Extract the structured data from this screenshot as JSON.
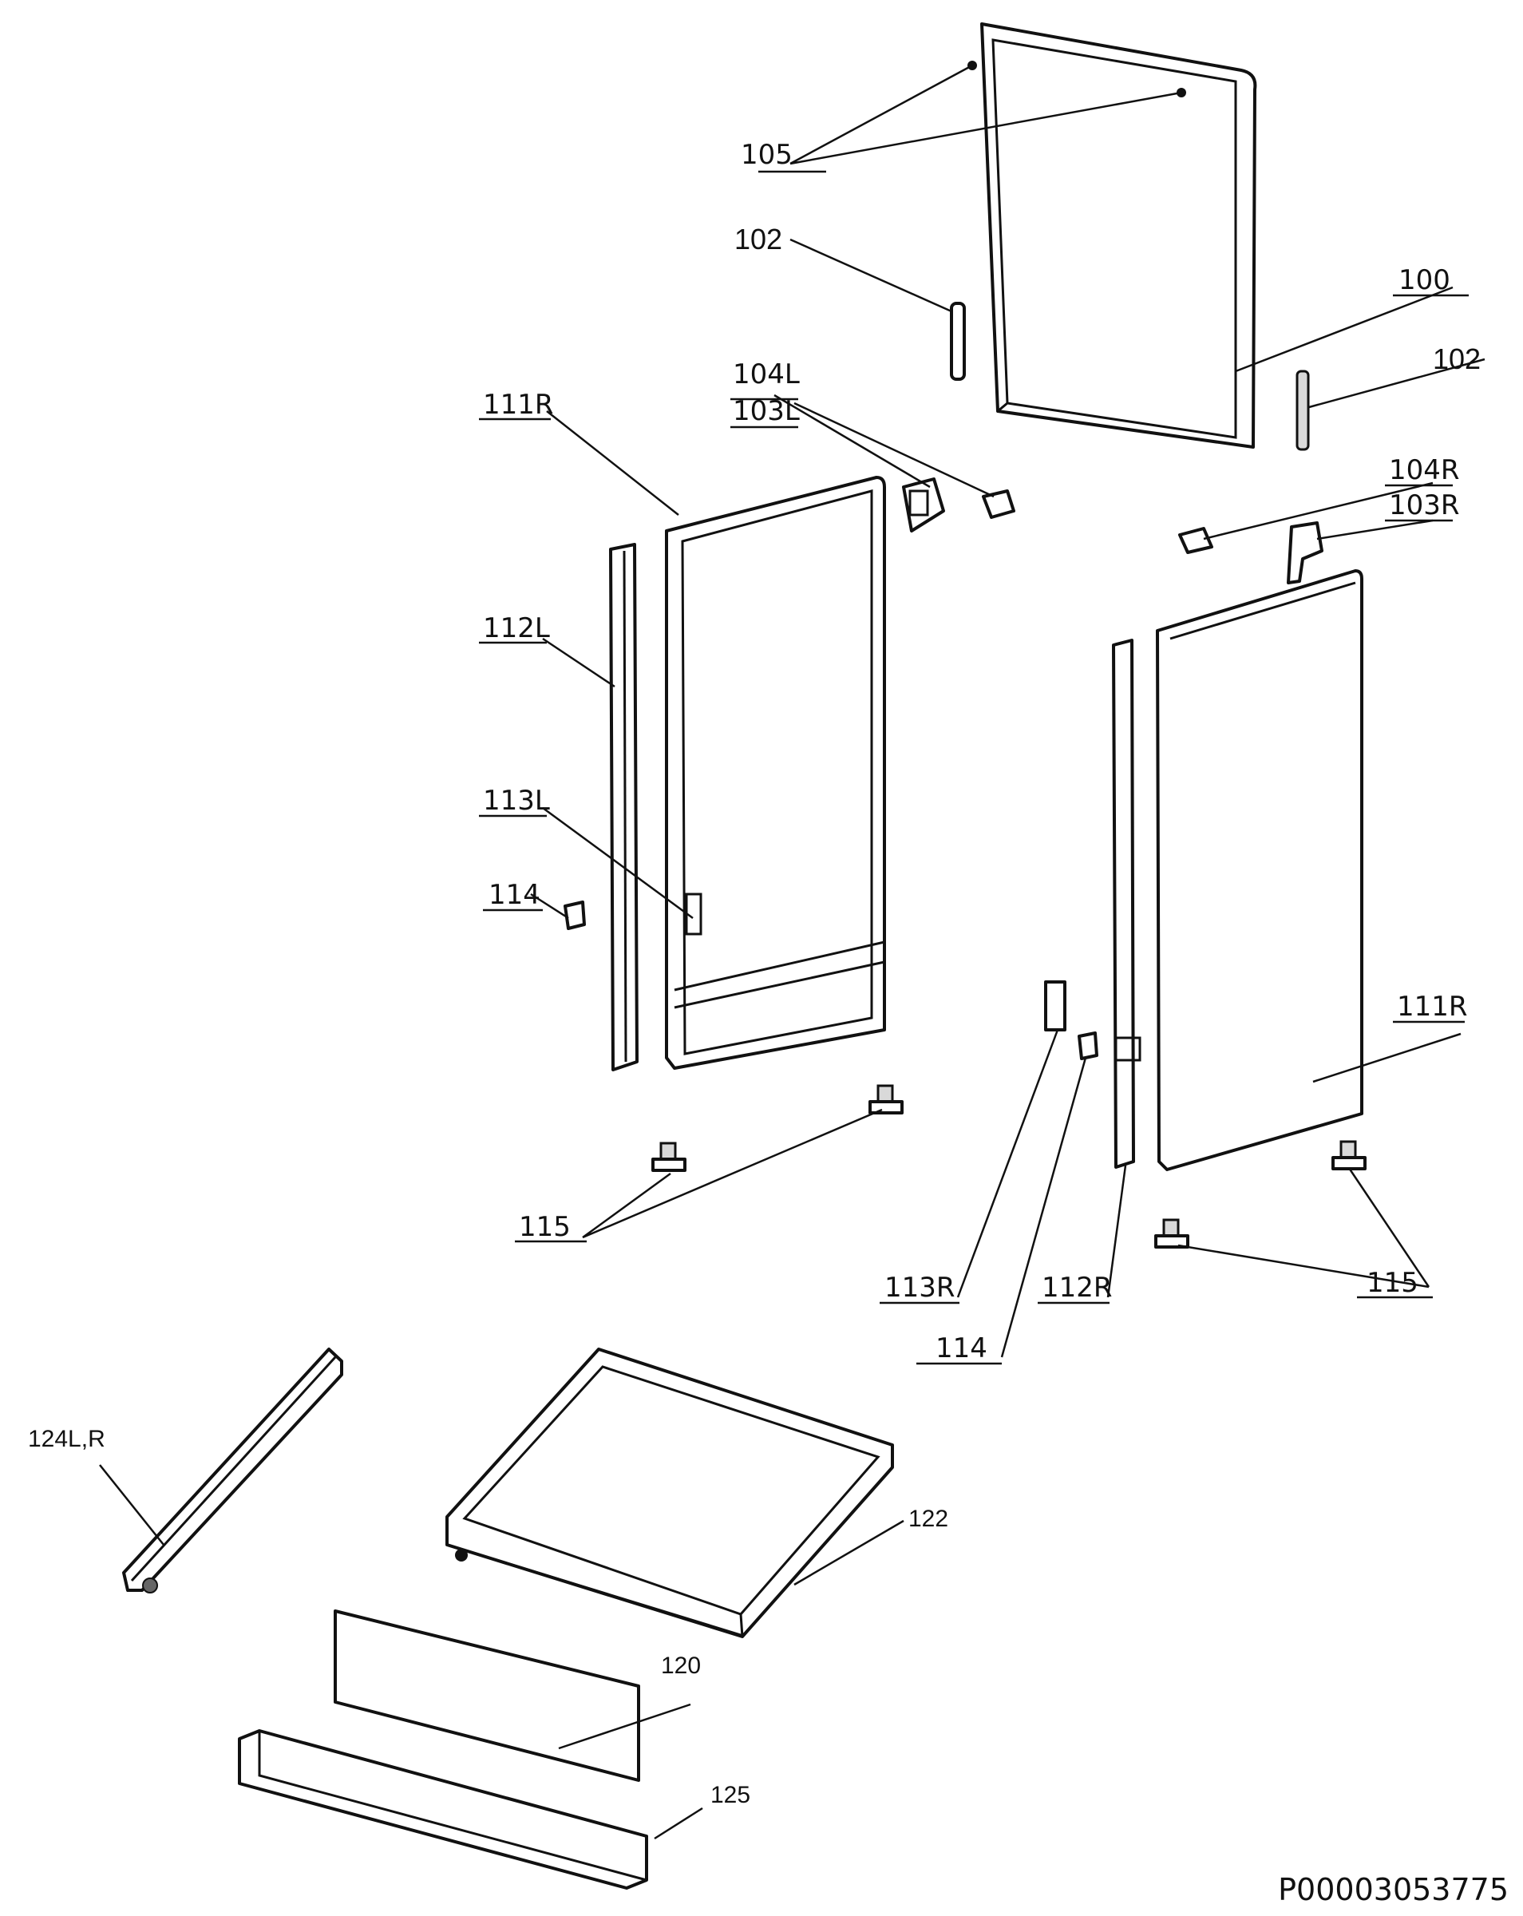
{
  "diagram": {
    "labels": {
      "l100": "100",
      "l102a": "102",
      "l102b": "102",
      "l103L": "103L",
      "l103R": "103R",
      "l104L": "104L",
      "l104R": "104R",
      "l105": "105",
      "l111R_left": "111R",
      "l111R_right": "111R",
      "l112L": "112L",
      "l112R": "112R",
      "l113L": "113L",
      "l113R": "113R",
      "l114_left": "114",
      "l114_right": "114",
      "l115_left": "115",
      "l115_right": "115",
      "l120": "120",
      "l122": "122",
      "l124": "124L,R",
      "l125": "125"
    },
    "drawing_number": "P00003053775"
  }
}
